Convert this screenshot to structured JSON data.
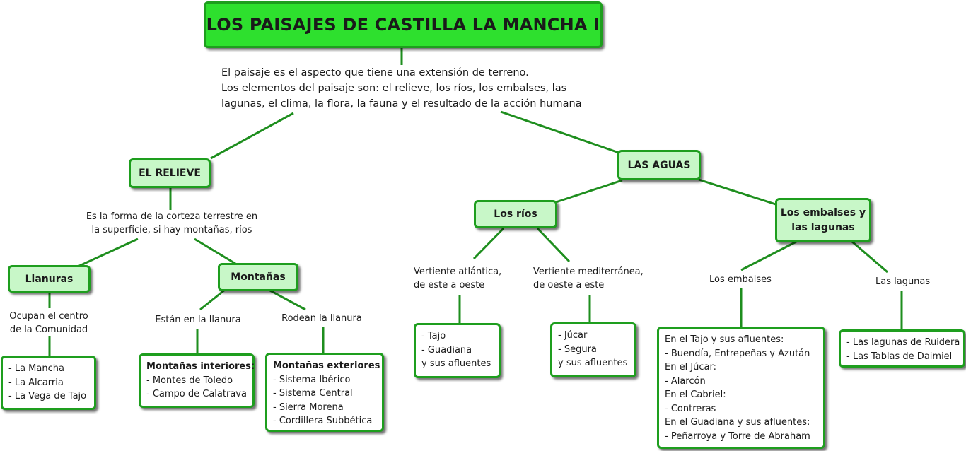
{
  "title": "LOS PAISAJES DE CASTILLA LA MANCHA I",
  "intro": {
    "line1": "El paisaje es el aspecto que tiene una extensión de terreno.",
    "line2": "Los elementos del paisaje son: el relieve, los ríos, los embalses, las",
    "line3": "lagunas, el clima, la flora, la fauna y el resultado de la acción humana"
  },
  "relieve": {
    "label": "EL RELIEVE",
    "desc1": "Es la forma de la corteza terrestre en",
    "desc2": "la superficie, si hay montañas, ríos",
    "llanuras": {
      "label": "Llanuras",
      "desc1": "Ocupan el centro",
      "desc2": "de la Comunidad",
      "items": [
        "- La Mancha",
        "- La Alcarria",
        "- La Vega de Tajo"
      ]
    },
    "montanas": {
      "label": "Montañas",
      "interiores": {
        "desc": "Están en la llanura",
        "heading": "Montañas interiores:",
        "items": [
          "- Montes de Toledo",
          "- Campo de Calatrava"
        ]
      },
      "exteriores": {
        "desc": "Rodean la llanura",
        "heading": "Montañas exteriores",
        "items": [
          "- Sistema Ibérico",
          "- Sistema Central",
          "- Sierra Morena",
          "- Cordillera Subbética"
        ]
      }
    }
  },
  "aguas": {
    "label": "LAS AGUAS",
    "rios": {
      "label": "Los ríos",
      "atlantica": {
        "desc1": "Vertiente atlántica,",
        "desc2": "de este a oeste",
        "items": [
          "- Tajo",
          "- Guadiana",
          "y sus afluentes"
        ]
      },
      "mediterranea": {
        "desc1": "Vertiente mediterránea,",
        "desc2": "de oeste a este",
        "items": [
          "- Júcar",
          "- Segura",
          "y sus afluentes"
        ]
      }
    },
    "embalses_lagunas": {
      "label1": "Los embalses y",
      "label2": "las lagunas",
      "embalses": {
        "desc": "Los embalses",
        "items": [
          "En el Tajo y sus afluentes:",
          "- Buendía, Entrepeñas y Azután",
          "En el Júcar:",
          "- Alarcón",
          "En el Cabriel:",
          "- Contreras",
          "En el Guadiana y sus afluentes:",
          "- Peñarroya  y Torre de Abraham"
        ]
      },
      "lagunas": {
        "desc": "Las lagunas",
        "items": [
          "- Las lagunas de Ruidera",
          "- Las Tablas de Daimiel"
        ]
      }
    }
  },
  "colors": {
    "border": "#1e9e1e",
    "title_fill": "#2ee02e",
    "node_fill": "#c8f7c8",
    "link": "#1e8e1e"
  }
}
